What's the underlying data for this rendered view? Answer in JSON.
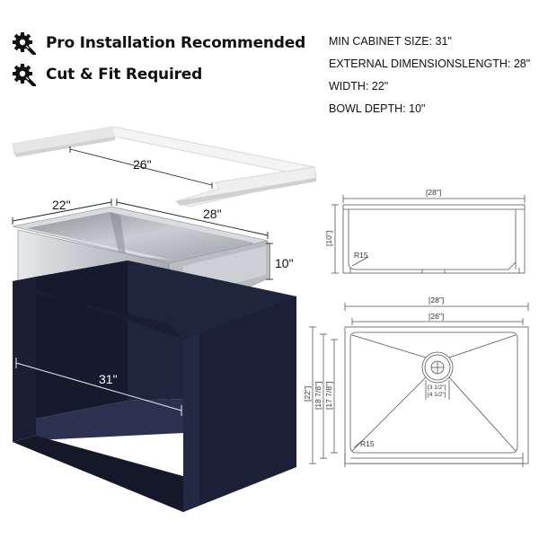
{
  "features": [
    {
      "icon": "gear-wrench-icon",
      "label": "Pro Installation Recommended"
    },
    {
      "icon": "gear-wrench-icon",
      "label": "Cut & Fit Required"
    }
  ],
  "specs": [
    "MIN CABINET SIZE: 31\"",
    "EXTERNAL DIMENSIONSLENGTH: 28\"",
    "WIDTH: 22\"",
    "BOWL DEPTH: 10\""
  ],
  "illustration": {
    "template_width": "26\"",
    "sink_width": "22\"",
    "sink_length": "28\"",
    "sink_depth": "10\"",
    "cabinet_width": "31\""
  },
  "side_view": {
    "length": "[28\"]",
    "depth": "[10\"]",
    "radius": "R15"
  },
  "top_view": {
    "overall_length": "[28\"]",
    "inner_length": "[26\"]",
    "overall_width": "[22\"]",
    "width_a": "[18 7/8\"]",
    "width_b": "[17 7/8\"]",
    "drain_inner": "[3 1/2\"]",
    "drain_outer": "[4 1/2\"]",
    "radius": "R15"
  },
  "colors": {
    "cabinet": "#1d2238",
    "steel": "#c8cbd0",
    "line": "#555555"
  }
}
